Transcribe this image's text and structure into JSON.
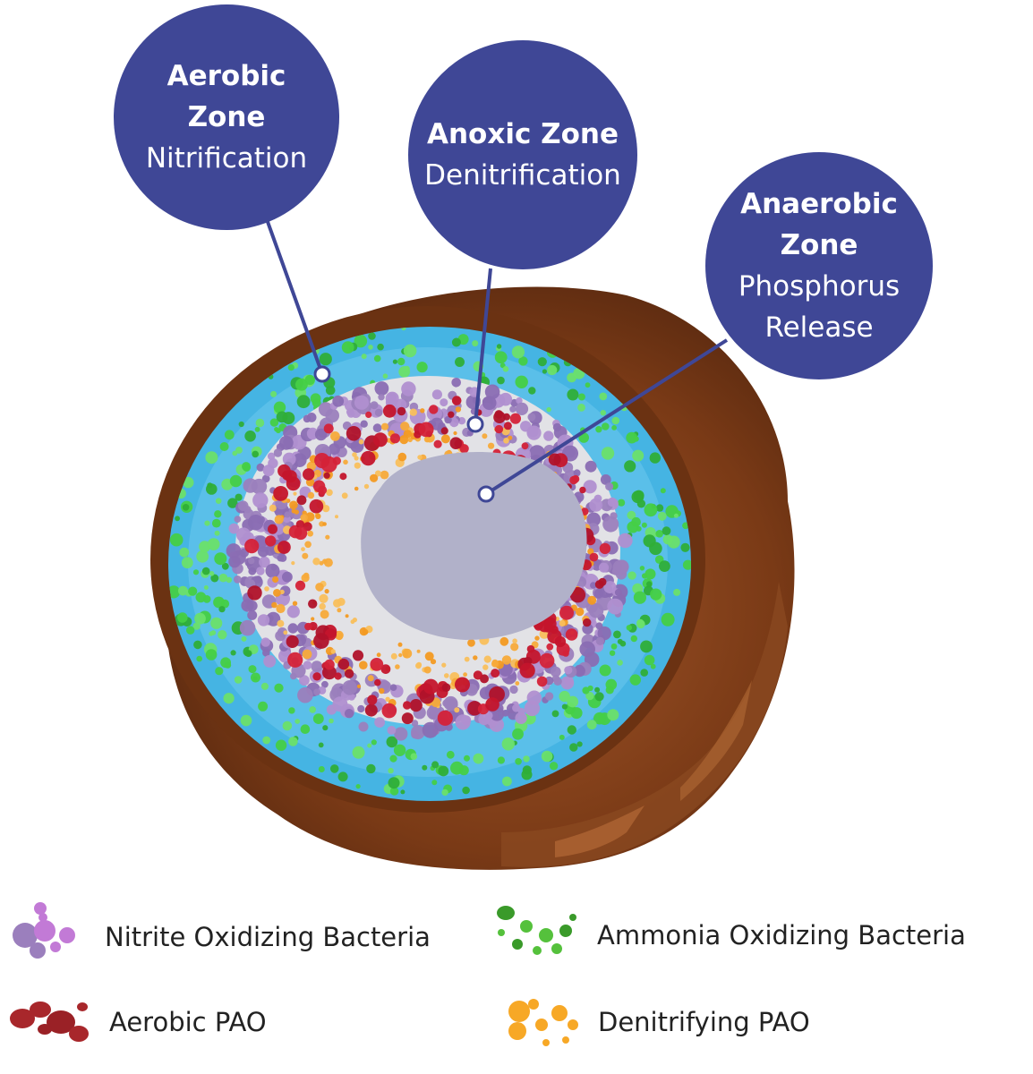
{
  "colors": {
    "callout": "#3f4796",
    "shell": "#7a3a16",
    "aerobic_layer": "#45b4e3",
    "inner_matrix": "#e2e2e6",
    "core": "#b1b1c9",
    "nob": "#9b7fbd",
    "aob": "#46cf46",
    "aerobic_pao": "#c4152c",
    "denitrifying_pao": "#f7aa3a"
  },
  "zones": [
    {
      "title": "Aerobic",
      "title2": "Zone",
      "process": "Nitrification",
      "process2": ""
    },
    {
      "title": "Anoxic Zone",
      "title2": "",
      "process": "Denitrification",
      "process2": ""
    },
    {
      "title": "Anaerobic",
      "title2": "Zone",
      "process": "Phosphorus",
      "process2": "Release"
    }
  ],
  "legend": [
    {
      "label": "Nitrite Oxidizing Bacteria",
      "icon": "purple-bubbles"
    },
    {
      "label": "Ammonia Oxidizing Bacteria",
      "icon": "green-dots"
    },
    {
      "label": "Aerobic PAO",
      "icon": "red-blobs"
    },
    {
      "label": "Denitrifying PAO",
      "icon": "orange-bubbles"
    }
  ]
}
